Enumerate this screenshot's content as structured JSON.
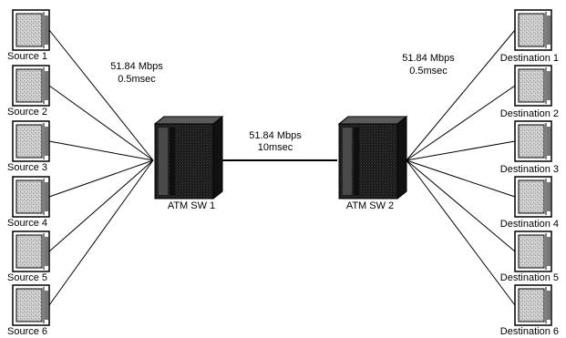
{
  "sources": [
    "Source 1",
    "Source 2",
    "Source 3",
    "Source 4",
    "Source 5",
    "Source 6"
  ],
  "destinations": [
    "Destination 1",
    "Destination 2",
    "Destination 3",
    "Destination 4",
    "Destination 5",
    "Destination 6"
  ],
  "switches": {
    "left": "ATM SW 1",
    "right": "ATM SW 2"
  },
  "links": {
    "access_left": {
      "rate": "51.84 Mbps",
      "delay": "0.5msec"
    },
    "trunk": {
      "rate": "51.84 Mbps",
      "delay": "10msec"
    },
    "access_right": {
      "rate": "51.84 Mbps",
      "delay": "0.5msec"
    }
  },
  "icons": {
    "host": "server-host-icon",
    "switch": "atm-switch-icon"
  },
  "colors": {
    "host_fill": "#d8d8d8",
    "switch_fill": "#1a1a1a",
    "line": "#000000"
  }
}
